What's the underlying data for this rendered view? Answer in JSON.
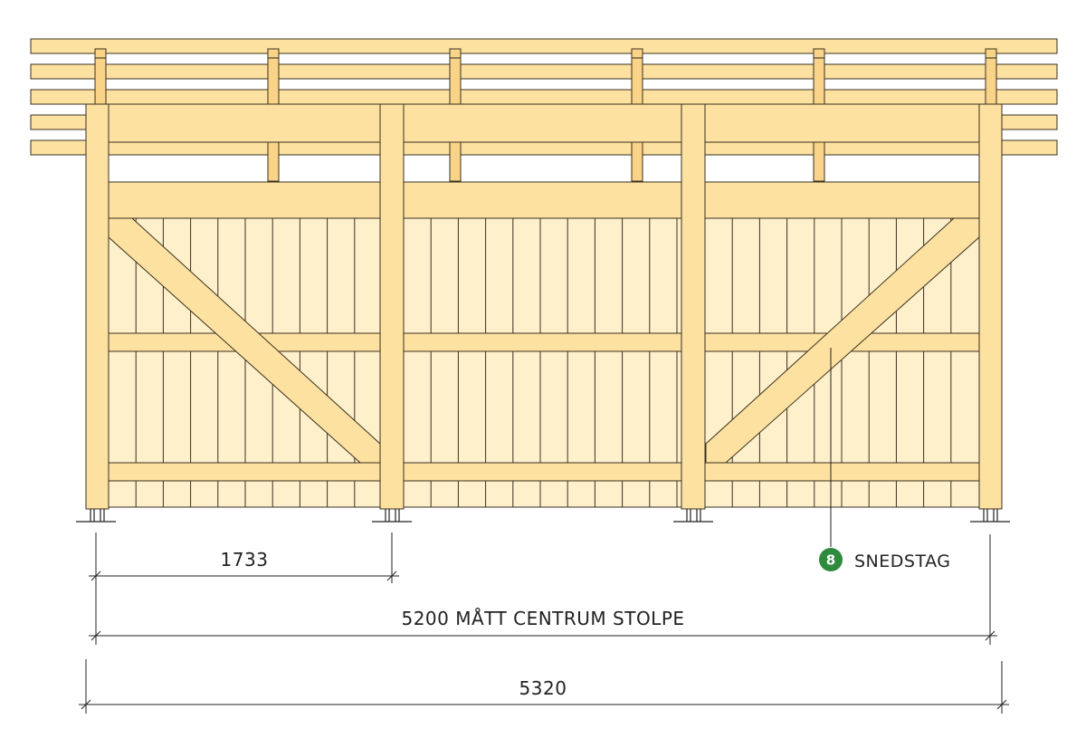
{
  "dimensions": {
    "post_spacing": "1733",
    "center_to_center": "5200 MÅTT CENTRUM STOLPE",
    "overall_width": "5320"
  },
  "callout": {
    "number": "8",
    "label": "SNEDSTAG"
  },
  "colors": {
    "wood_main": "#fde1a0",
    "wood_light": "#fff0cc",
    "wood_dark": "#f9d488",
    "badge": "#2e8b3e"
  }
}
